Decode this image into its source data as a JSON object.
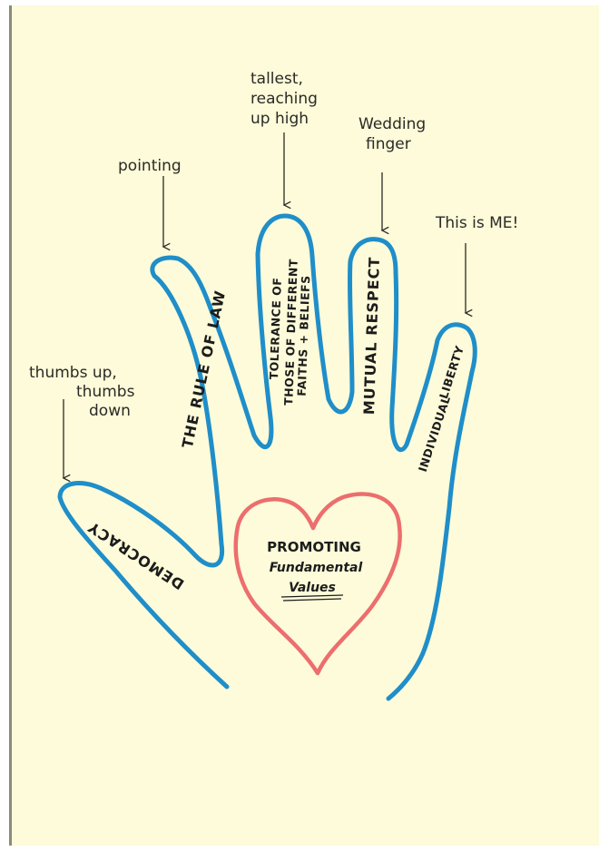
{
  "annotations": {
    "thumb": [
      "thumbs up,",
      "thumbs",
      "down"
    ],
    "index": "pointing",
    "middle": [
      "tallest,",
      "reaching",
      "up high"
    ],
    "ring": [
      "Wedding",
      "finger"
    ],
    "pinky": "This is ME!"
  },
  "fingers": {
    "thumb": "DEMOCRACY",
    "index": "THE RULE OF LAW",
    "middle": [
      "TOLERANCE OF",
      "THOSE OF DIFFERENT",
      "FAITHS + BELIEFS"
    ],
    "ring": "MUTUAL RESPECT",
    "pinky": [
      "INDIVIDUAL",
      "LIBERTY"
    ]
  },
  "heart": {
    "line1": "PROMOTING",
    "line2": "Fundamental",
    "line3": "Values"
  },
  "colors": {
    "hand_outline": "#1f8ec9",
    "heart_outline": "#ec6e6e",
    "paper": "#fdfbd9",
    "ink": "#2b2a26"
  }
}
